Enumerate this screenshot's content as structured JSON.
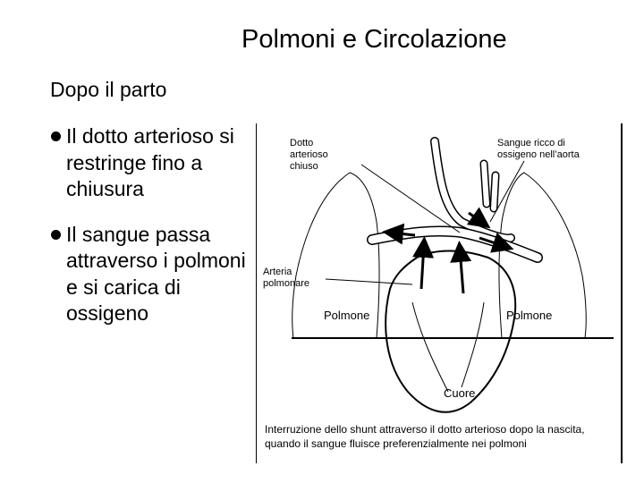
{
  "slide": {
    "title": "Polmoni e Circolazione",
    "subtitle": "Dopo il parto",
    "bullets": [
      "Il dotto arterioso si restringe fino a chiusura",
      "Il sangue passa attraverso i polmoni e si carica di ossigeno"
    ]
  },
  "figure": {
    "labels": {
      "ductus": "Dotto arterioso chiuso",
      "aorta_blood": "Sangue ricco di ossigeno nell’aorta",
      "pulmonary_artery": "Arteria polmonare",
      "lung_left": "Polmone",
      "lung_right": "Polmone",
      "heart": "Cuore"
    },
    "caption": "Interruzione dello shunt attraverso il dotto arterioso dopo la nascita, quando il sangue fluisce preferenzialmente nei polmoni"
  }
}
